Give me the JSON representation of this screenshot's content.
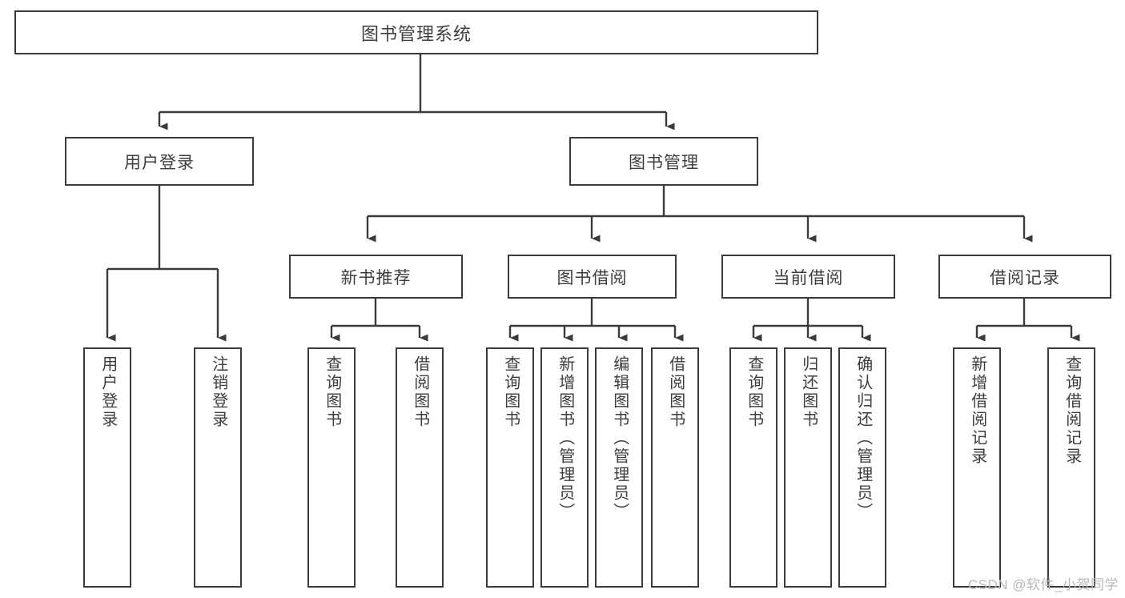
{
  "diagram": {
    "type": "tree",
    "title": "图书管理系统",
    "watermark": "CSDN @软件_小贺同学",
    "colors": {
      "stroke": "#3b3b3b",
      "box_fill": "#ffffff",
      "text": "#3d3d3d",
      "watermark": "#b9b9b9",
      "background": "#ffffff"
    },
    "root": {
      "label": "图书管理系统"
    },
    "level2": [
      {
        "id": "user-login",
        "label": "用户登录"
      },
      {
        "id": "book-management",
        "label": "图书管理"
      }
    ],
    "level3": [
      {
        "id": "new-book-recommend",
        "label": "新书推荐"
      },
      {
        "id": "book-borrow",
        "label": "图书借阅"
      },
      {
        "id": "current-borrow",
        "label": "当前借阅"
      },
      {
        "id": "borrow-record",
        "label": "借阅记录"
      }
    ],
    "leaves": {
      "user_login": [
        {
          "id": "leaf-user-login",
          "label": "用户登录"
        },
        {
          "id": "leaf-logout-login",
          "label": "注销登录"
        }
      ],
      "new_book_recommend": [
        {
          "id": "leaf-query-book-1",
          "label": "查询图书"
        },
        {
          "id": "leaf-borrow-book-1",
          "label": "借阅图书"
        }
      ],
      "book_borrow": [
        {
          "id": "leaf-query-book-2",
          "label": "查询图书"
        },
        {
          "id": "leaf-add-book-admin",
          "label": "新增图书（管理员）"
        },
        {
          "id": "leaf-edit-book-admin",
          "label": "编辑图书（管理员）"
        },
        {
          "id": "leaf-borrow-book-2",
          "label": "借阅图书"
        }
      ],
      "current_borrow": [
        {
          "id": "leaf-query-book-3",
          "label": "查询图书"
        },
        {
          "id": "leaf-return-book",
          "label": "归还图书"
        },
        {
          "id": "leaf-confirm-return-admin",
          "label": "确认归还（管理员）"
        }
      ],
      "borrow_record": [
        {
          "id": "leaf-add-borrow-record",
          "label": "新增借阅记录"
        },
        {
          "id": "leaf-query-borrow-record",
          "label": "查询借阅记录"
        }
      ]
    }
  }
}
